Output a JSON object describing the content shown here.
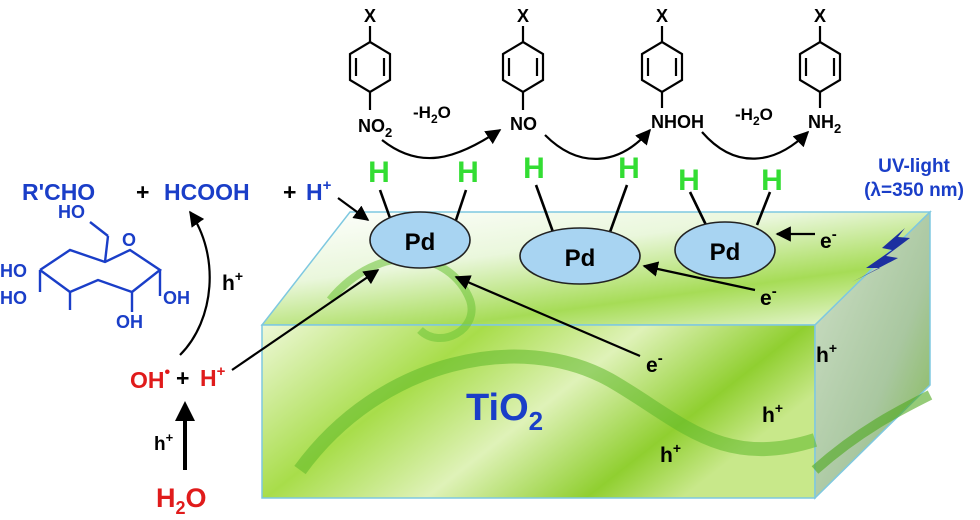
{
  "molecules": [
    {
      "top": "X",
      "bottom_main": "NO",
      "bottom_sub": "2"
    },
    {
      "top": "X",
      "bottom_main": "NO",
      "bottom_sub": ""
    },
    {
      "top": "X",
      "bottom_main": "NHOH",
      "bottom_sub": ""
    },
    {
      "top": "X",
      "bottom_main": "NH",
      "bottom_sub": "2"
    }
  ],
  "step_labels": {
    "first": "-H",
    "first_sub": "2",
    "first_end": "O",
    "second": "-H",
    "second_sub": "2",
    "second_end": "O"
  },
  "pd_label": "Pd",
  "h_label": "H",
  "products": {
    "rcho": "R'CHO",
    "plus1": "+",
    "hcooh": "HCOOH",
    "plus2": "+",
    "h": "H",
    "h_sup": "+"
  },
  "glucose": {
    "oh_top": "HO",
    "oh_left1": "HO",
    "oh_left2": "HO",
    "oh_right": "OH",
    "oh_bottom": "OH",
    "ring_o": "O"
  },
  "hole": {
    "h": "h",
    "sup": "+"
  },
  "electron": {
    "e": "e",
    "sup": "-"
  },
  "radical": {
    "oh": "OH",
    "dot": "•",
    "plus": "+",
    "h": "H",
    "h_sup": "+"
  },
  "water": {
    "h": "H",
    "sub": "2",
    "o": "O"
  },
  "uv": {
    "line1": "UV-light",
    "line2": "(λ=350 nm)"
  },
  "tio2": {
    "main": "TiO",
    "sub": "2"
  },
  "colors": {
    "blue_text": "#1a3ec8",
    "green_h": "#33dd33",
    "red_text": "#e01b1b",
    "pd_fill": "#a8d4f2",
    "uv_blue": "#1c2fa0"
  }
}
